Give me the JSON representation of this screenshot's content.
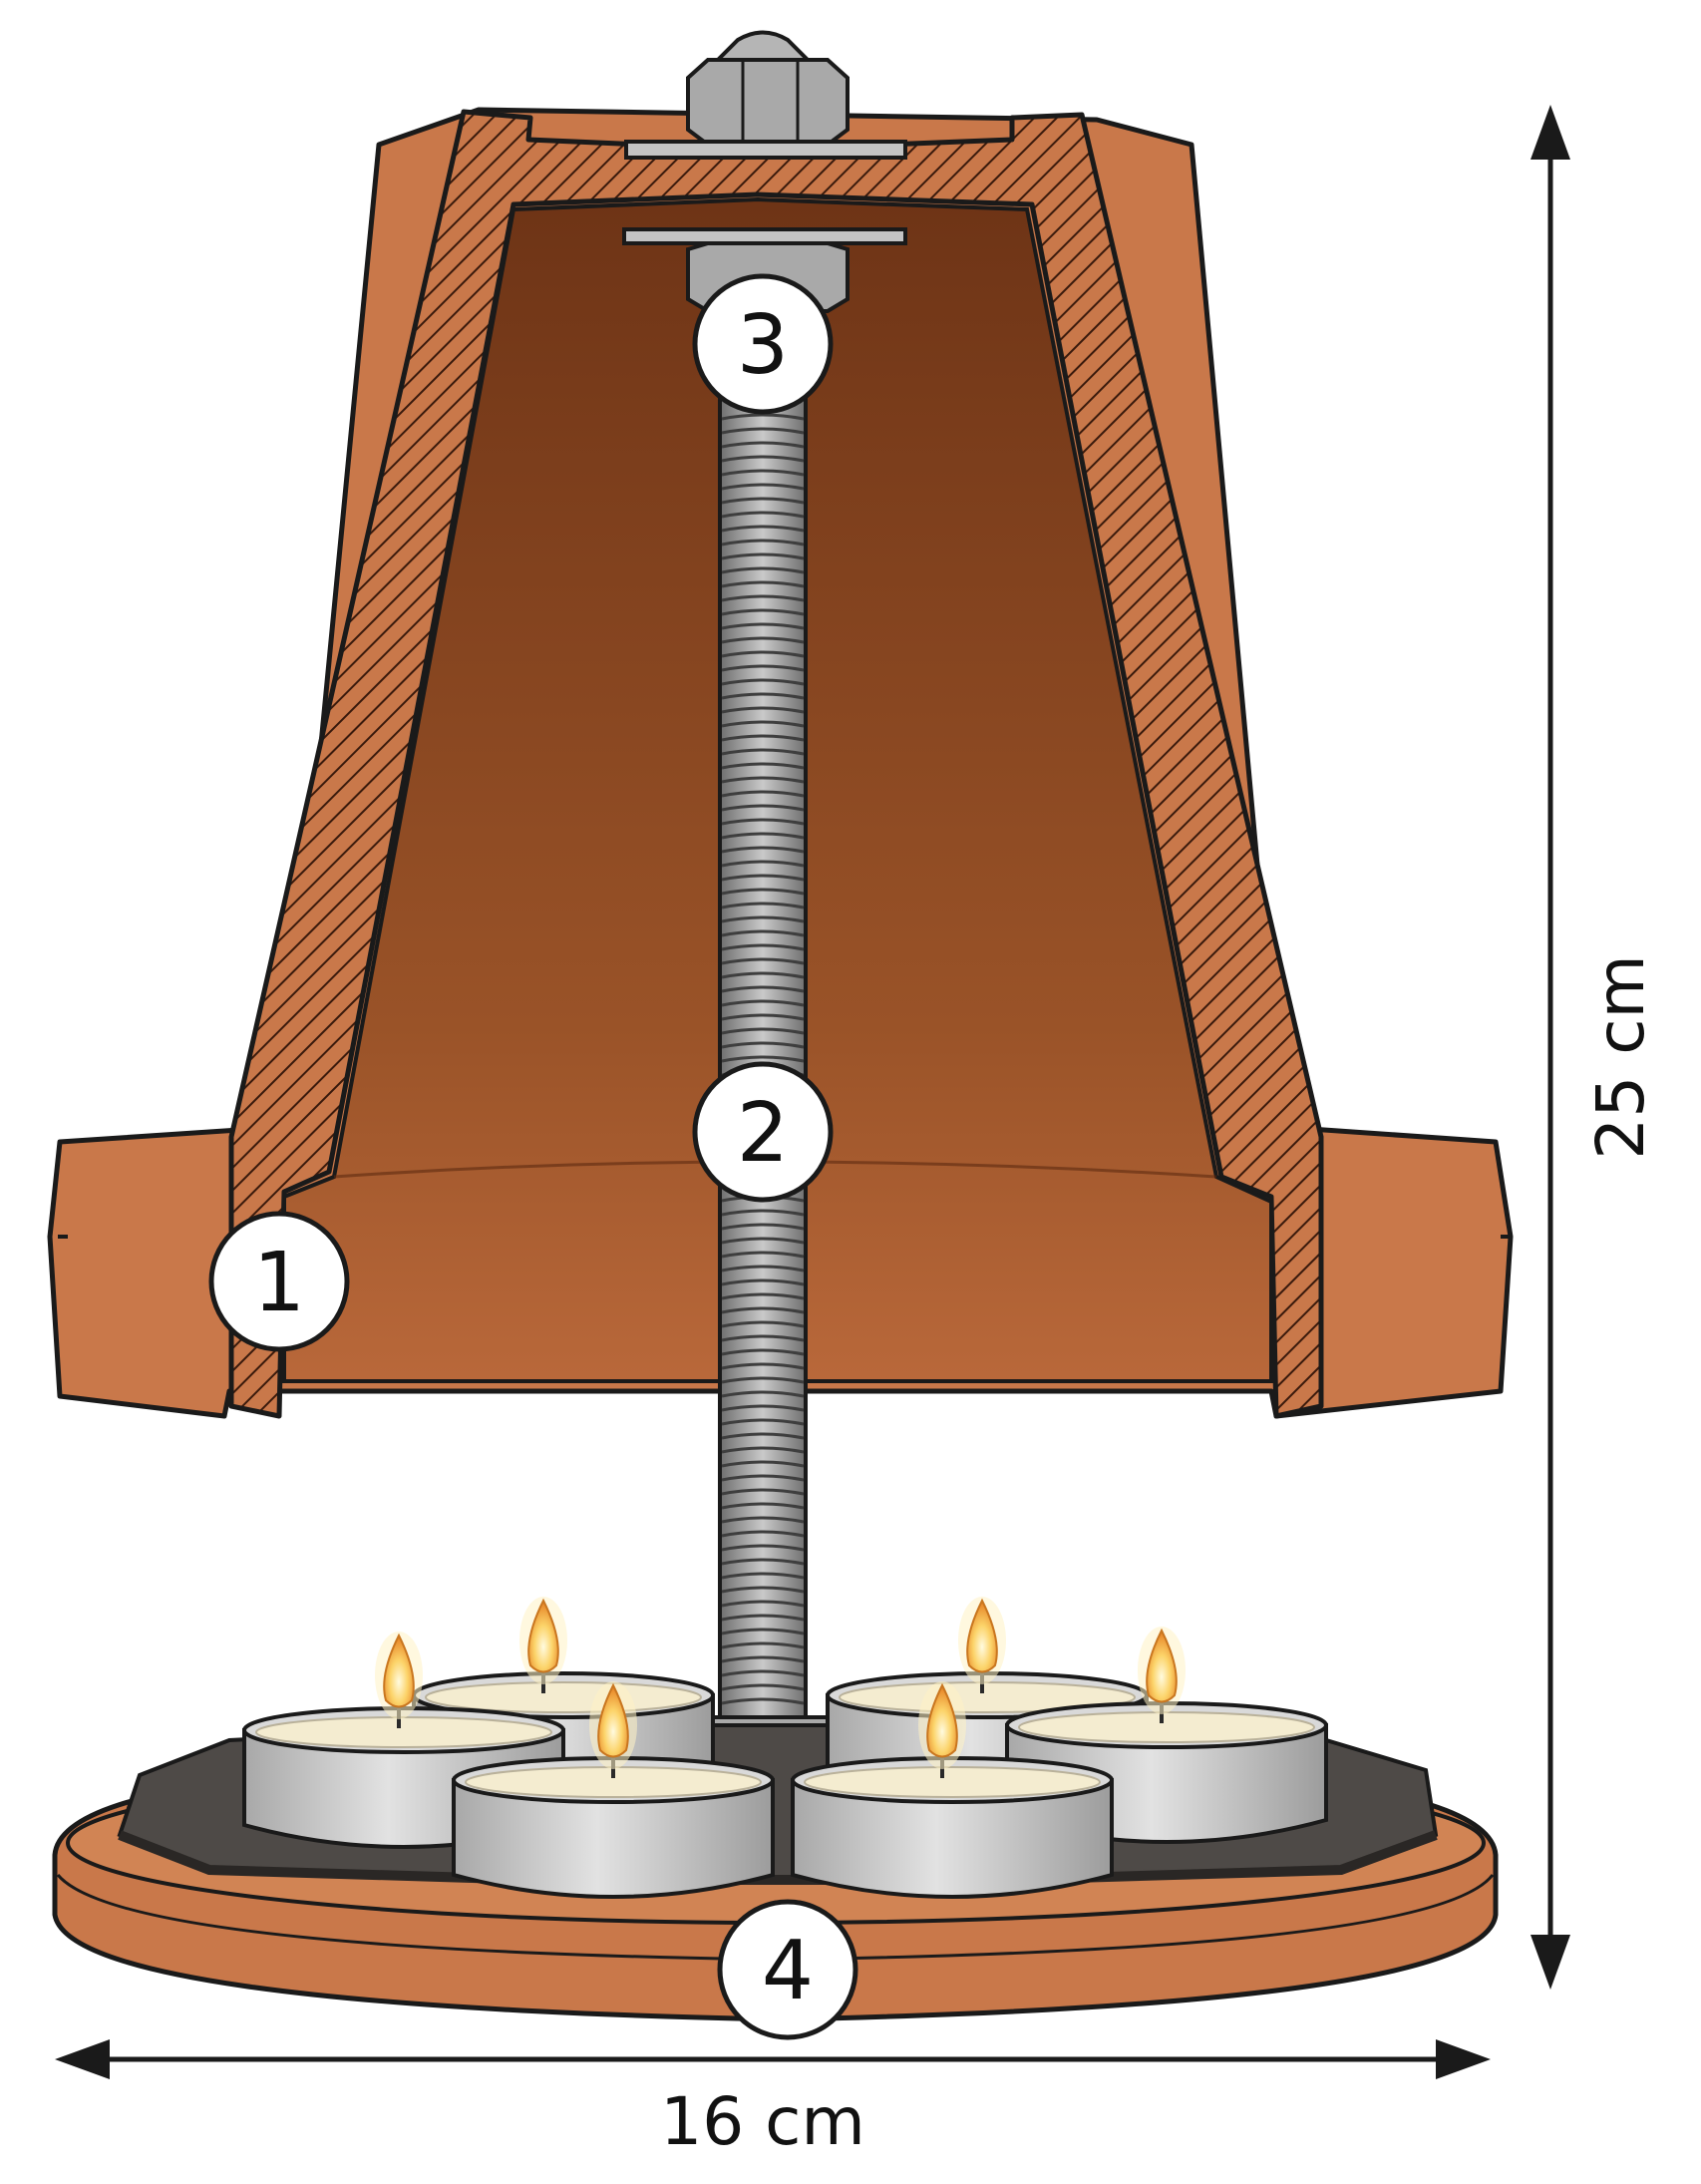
{
  "callouts": [
    {
      "id": "1",
      "label": "1"
    },
    {
      "id": "2",
      "label": "2"
    },
    {
      "id": "3",
      "label": "3"
    },
    {
      "id": "4",
      "label": "4"
    }
  ],
  "dimensions": {
    "width_label": "16 cm",
    "height_label": "25 cm"
  },
  "colors": {
    "terracotta": "#c9784a",
    "terracotta_dark": "#7a3d1d",
    "interior": "#8a4522",
    "metal": "#9a9a9a",
    "candle_tin": "#c8c8c8",
    "wax": "#f4ecd0",
    "flame": "#f6b73c",
    "plate": "#4e4a47",
    "outline": "#1a1a1a"
  }
}
